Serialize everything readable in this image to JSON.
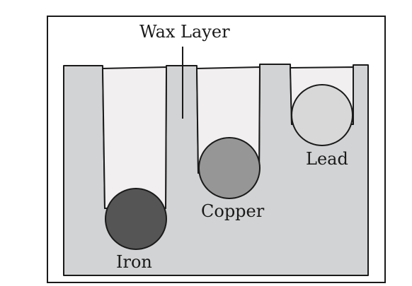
{
  "labels": {
    "wax_layer": "Wax Layer",
    "iron": "Iron",
    "copper": "Copper",
    "lead": "Lead"
  },
  "colors": {
    "frame": "#1a1a1a",
    "wax": "#d2d3d4",
    "groove": "#f1eff0",
    "iron_ball": "#555555",
    "copper_ball": "#969696",
    "lead_ball": "#d8d8d8"
  }
}
